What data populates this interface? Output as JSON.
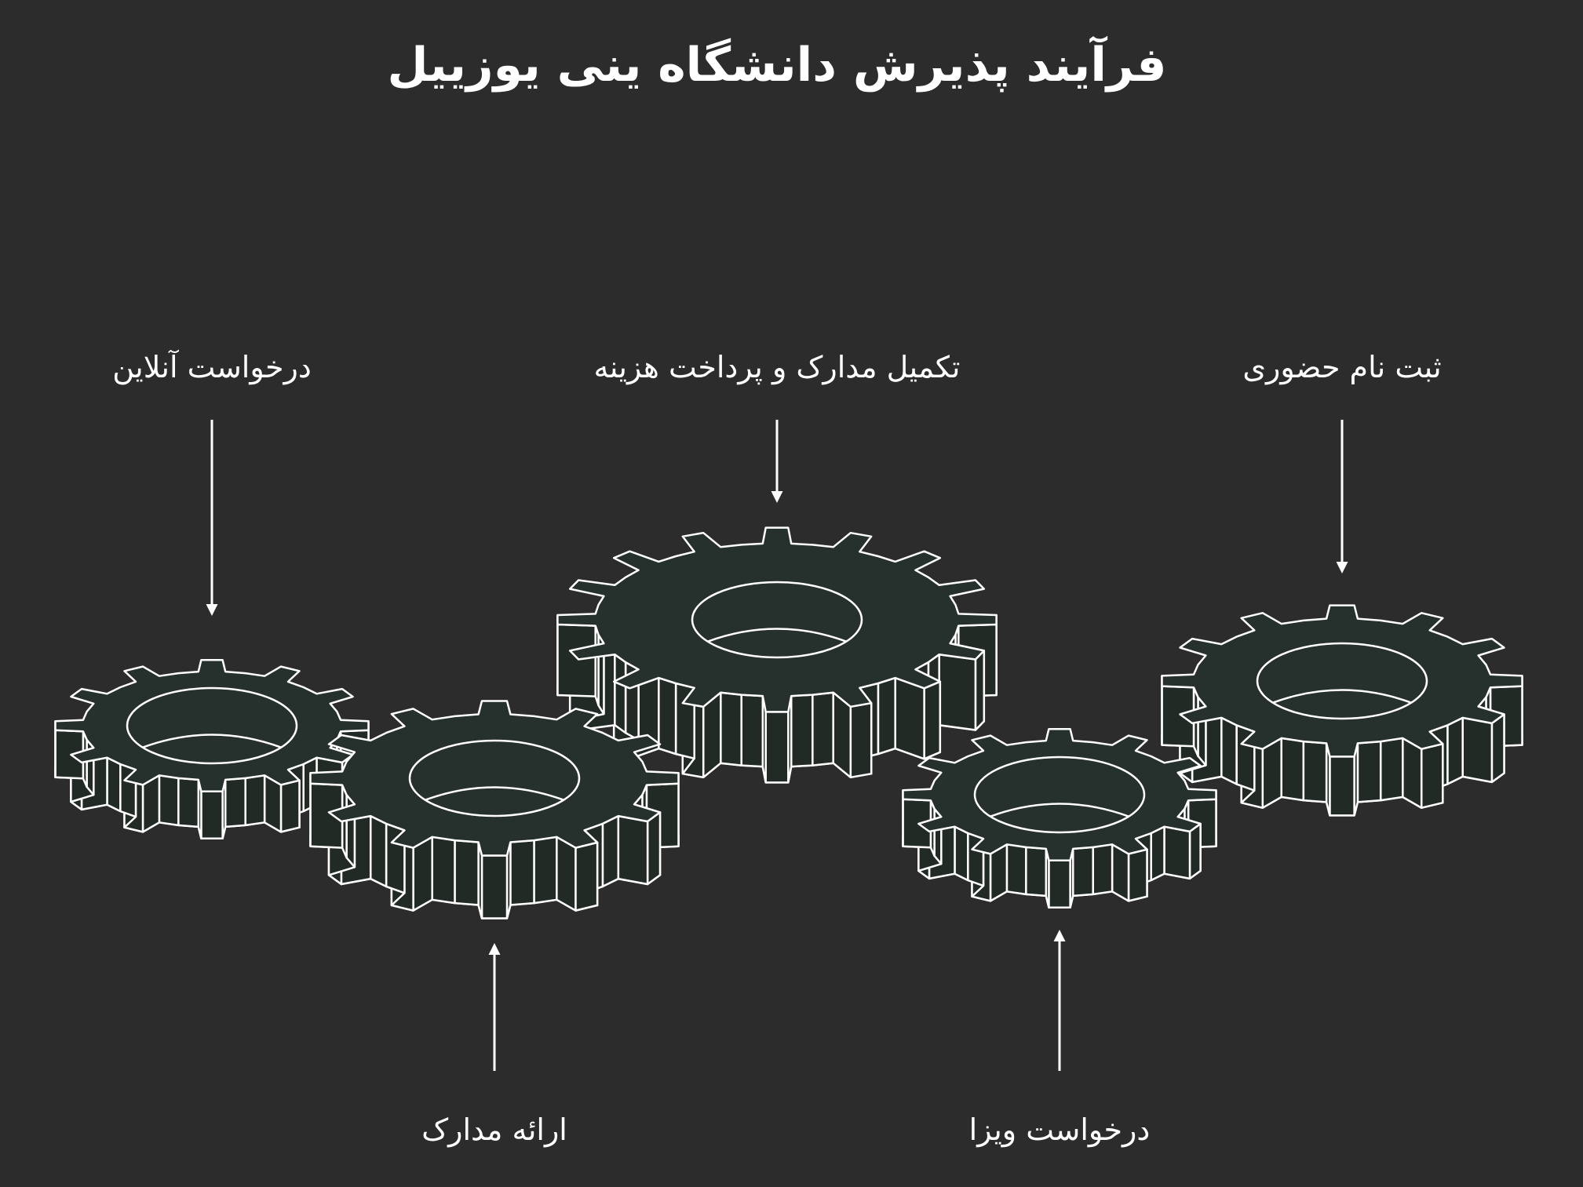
{
  "title": "فرآیند پذیرش دانشگاه ینی یوزییل",
  "steps": [
    {
      "label": "درخواست آنلاین"
    },
    {
      "label": "ارائه مدارک"
    },
    {
      "label": "تکمیل مدارک و پرداخت هزینه"
    },
    {
      "label": "درخواست ویزا"
    },
    {
      "label": "ثبت نام حضوری"
    }
  ],
  "colors": {
    "background": "#2c2c2c",
    "gear_face": "#26302c",
    "gear_side": "#222a26",
    "stroke": "#ffffff"
  },
  "icons": [
    "gear-icon",
    "arrow-down-icon",
    "arrow-up-icon"
  ]
}
